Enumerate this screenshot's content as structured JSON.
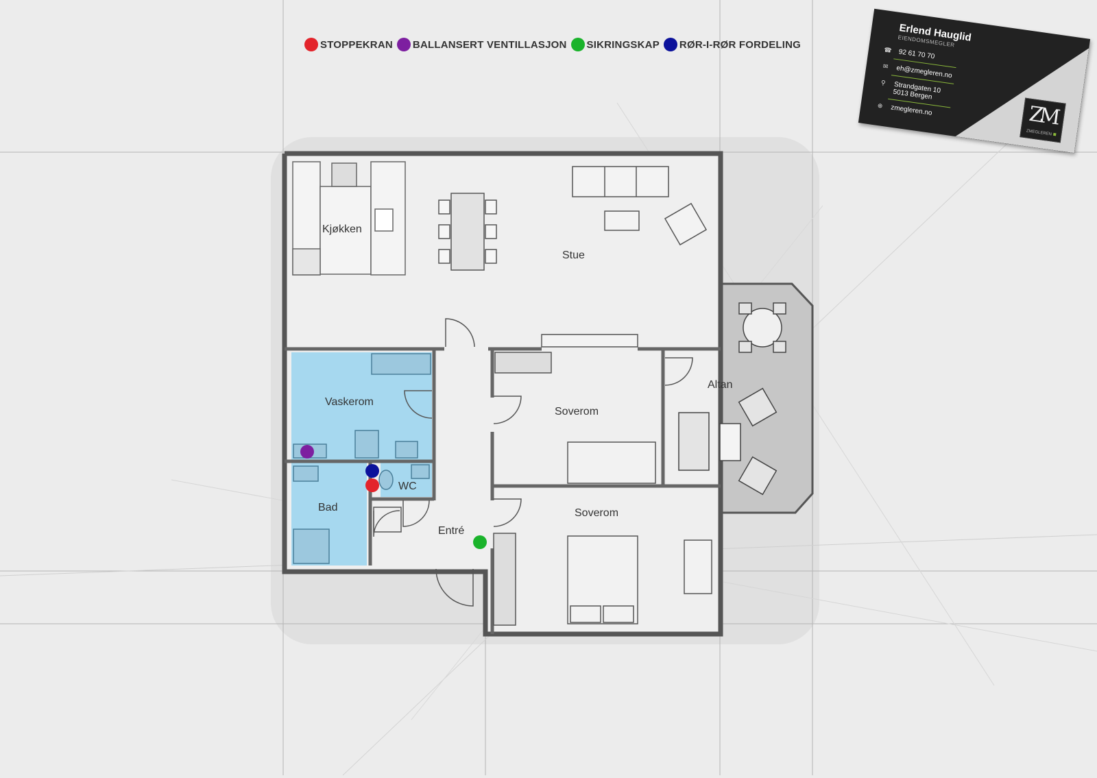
{
  "legend": [
    {
      "label": "STOPPEKRAN",
      "color": "#e3242b"
    },
    {
      "label": "BALLANSERT VENTILLASJON",
      "color": "#7d1fa0"
    },
    {
      "label": "SIKRINGSKAP",
      "color": "#1ab32b"
    },
    {
      "label": "RØR-I-RØR FORDELING",
      "color": "#0c129b"
    }
  ],
  "rooms": {
    "kitchen": "Kjøkken",
    "living": "Stue",
    "laundry": "Vaskerom",
    "wc": "WC",
    "bath": "Bad",
    "entrance": "Entré",
    "bedroom1": "Soverom",
    "bedroom2": "Soverom",
    "balcony": "Altan"
  },
  "card": {
    "name": "Erlend Hauglid",
    "title": "EIENDOMSMEGLER",
    "phone": "92 61 70 70",
    "email": "eh@zmegleren.no",
    "address_line1": "Strandgaten 10",
    "address_line2": "5013 Bergen",
    "website": "zmegleren.no",
    "logo_text": "ZMEGLEREN",
    "accent_color": "#8ab83a"
  },
  "colors": {
    "wet_room": "#a6d8ef",
    "balcony": "#c6c6c6"
  }
}
